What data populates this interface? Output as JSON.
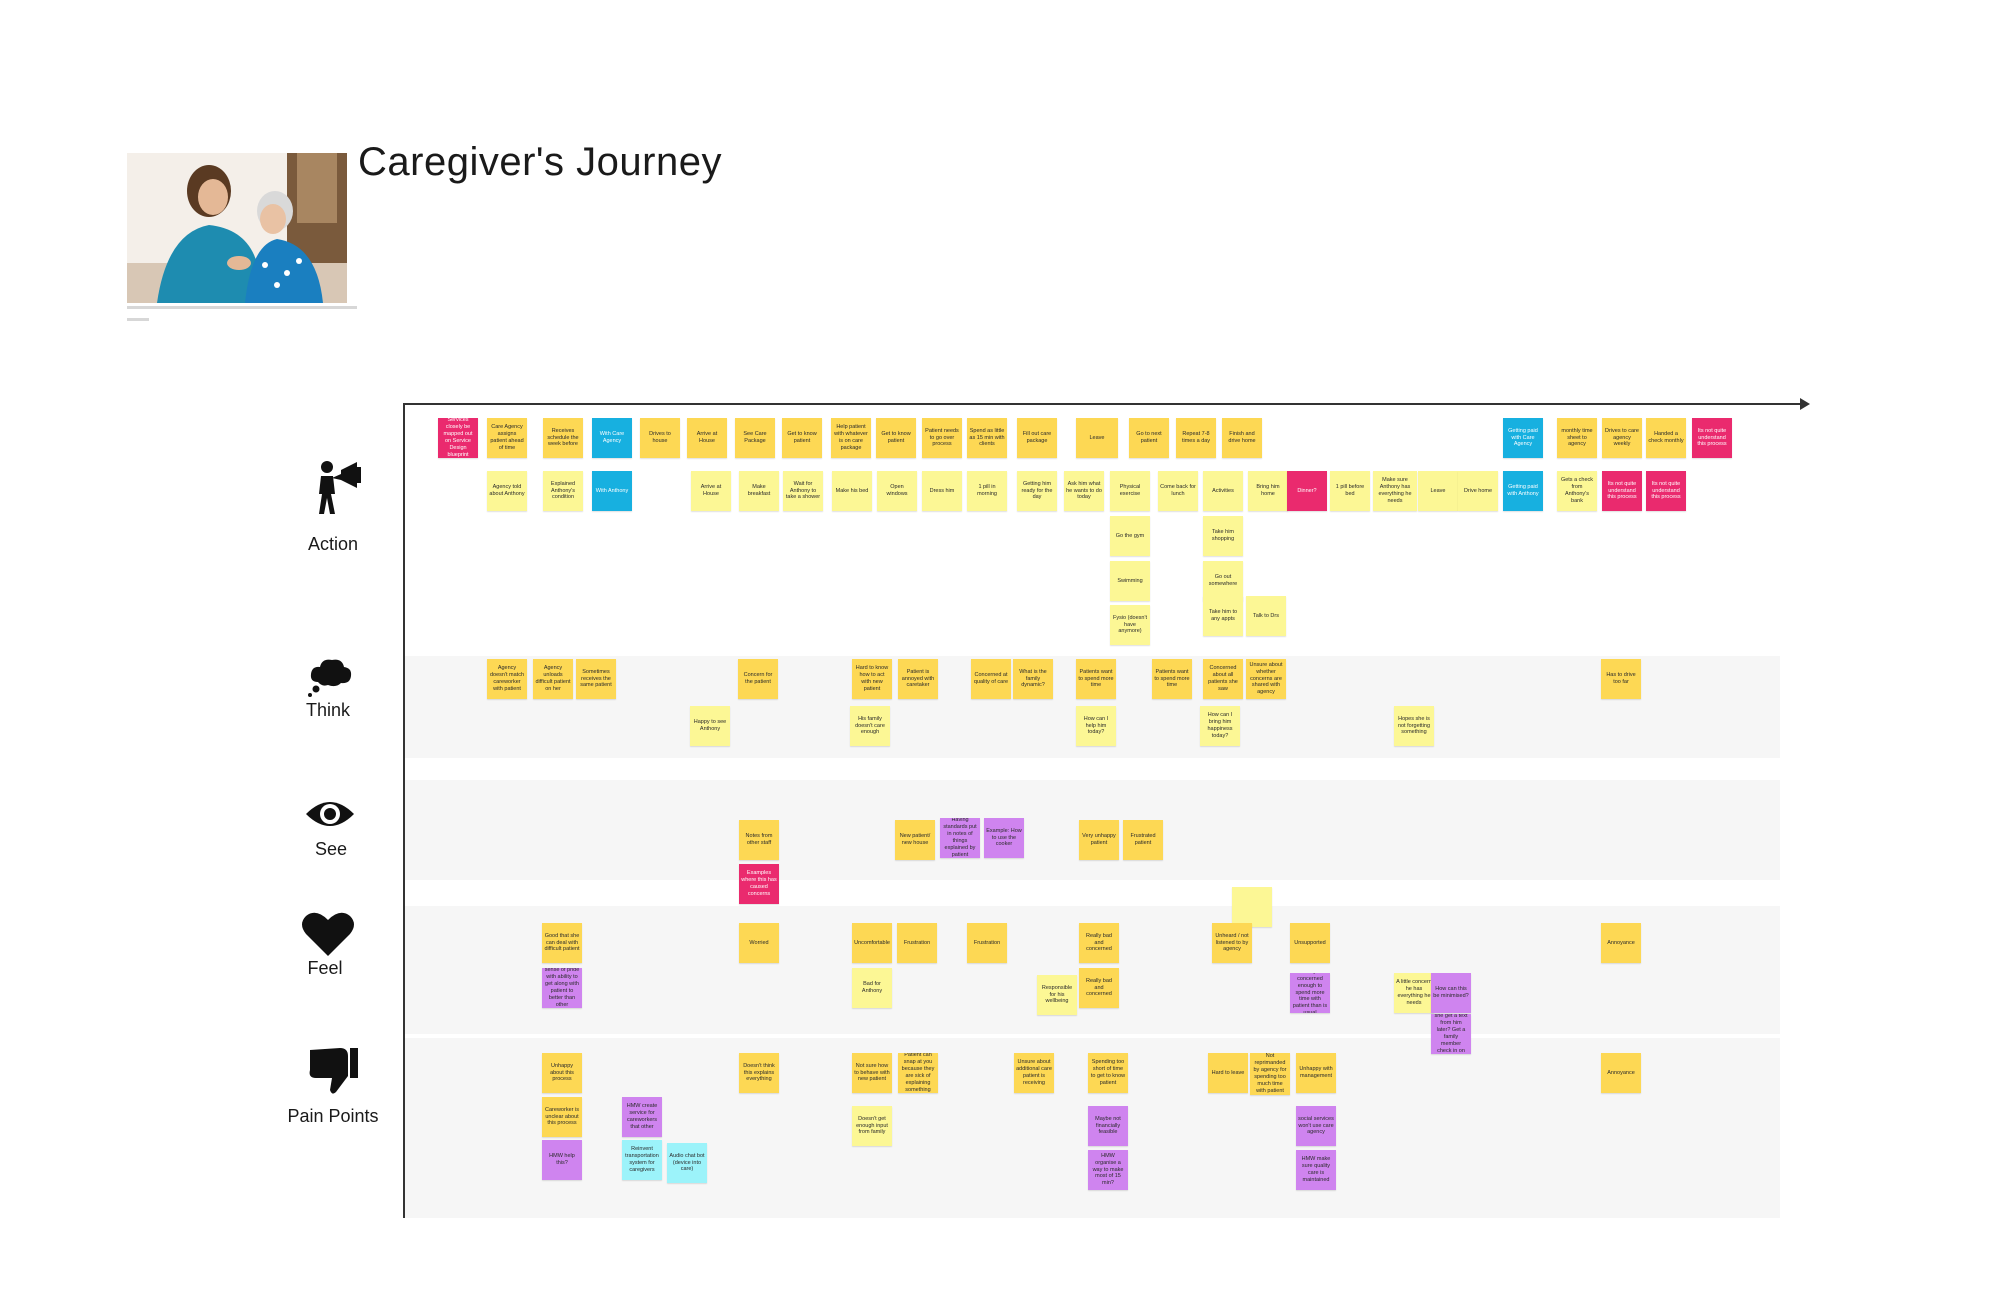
{
  "board": {
    "title": "Caregiver's Journey"
  },
  "colors": {
    "orange": "#fdd854",
    "yellow": "#fcf795",
    "pink": "#ea2a6e",
    "blue": "#17b0e0",
    "purple": "#cf84ef",
    "cyan": "#9cf3fa"
  },
  "lanes": [
    {
      "key": "action",
      "label": "Action",
      "icon": "megaphone-person-icon"
    },
    {
      "key": "think",
      "label": "Think",
      "icon": "thought-bubble-icon"
    },
    {
      "key": "see",
      "label": "See",
      "icon": "eye-icon"
    },
    {
      "key": "feel",
      "label": "Feel",
      "icon": "heart-icon"
    },
    {
      "key": "pain",
      "label": "Pain Points",
      "icon": "thumbs-down-icon"
    }
  ],
  "notes": [
    {
      "c": "pink",
      "t": "Services closely be mapped out on Service Design blueprint"
    },
    {
      "c": "orange",
      "t": "Care Agency assigns patient ahead of time"
    },
    {
      "c": "orange",
      "t": "Receives schedule the week before"
    },
    {
      "c": "blue",
      "t": "With Care Agency"
    },
    {
      "c": "orange",
      "t": "Drives to house"
    },
    {
      "c": "orange",
      "t": "Arrive at House"
    },
    {
      "c": "orange",
      "t": "See Care Package"
    },
    {
      "c": "orange",
      "t": "Get to know patient"
    },
    {
      "c": "orange",
      "t": "Help patient with whatever is on care package"
    },
    {
      "c": "orange",
      "t": "Get to know patient"
    },
    {
      "c": "orange",
      "t": "Patient needs to go over process"
    },
    {
      "c": "orange",
      "t": "Spend as little as 15 min with clients"
    },
    {
      "c": "orange",
      "t": "Fill out care package"
    },
    {
      "c": "orange",
      "t": "Leave"
    },
    {
      "c": "orange",
      "t": "Go to next patient"
    },
    {
      "c": "orange",
      "t": "Repeat 7-8 times a day"
    },
    {
      "c": "orange",
      "t": "Finish and drive home"
    },
    {
      "c": "blue",
      "t": "Getting paid with Care Agency"
    },
    {
      "c": "orange",
      "t": "monthly time sheet to agency"
    },
    {
      "c": "orange",
      "t": "Drives to care agency weekly"
    },
    {
      "c": "orange",
      "t": "Handed a check monthly"
    },
    {
      "c": "pink",
      "t": "Its not quite understand this process"
    },
    {
      "c": "yellow",
      "t": "Agency told about Anthony"
    },
    {
      "c": "yellow",
      "t": "Explained Anthony's condition"
    },
    {
      "c": "blue",
      "t": "With Anthony"
    },
    {
      "c": "yellow",
      "t": "Arrive at House"
    },
    {
      "c": "yellow",
      "t": "Make breakfast"
    },
    {
      "c": "yellow",
      "t": "Wait for Anthony to take a shower"
    },
    {
      "c": "yellow",
      "t": "Make his bed"
    },
    {
      "c": "yellow",
      "t": "Open windows"
    },
    {
      "c": "yellow",
      "t": "Dress him"
    },
    {
      "c": "yellow",
      "t": "1 pill in morning"
    },
    {
      "c": "yellow",
      "t": "Getting him ready for the day"
    },
    {
      "c": "yellow",
      "t": "Ask him what he wants to do today"
    },
    {
      "c": "yellow",
      "t": "Physical exercise"
    },
    {
      "c": "yellow",
      "t": "Come back for lunch"
    },
    {
      "c": "yellow",
      "t": "Activities"
    },
    {
      "c": "yellow",
      "t": "Bring him home"
    },
    {
      "c": "pink",
      "t": "Dinner?"
    },
    {
      "c": "yellow",
      "t": "1 pill before bed"
    },
    {
      "c": "yellow",
      "t": "Make sure Anthony has everything he needs"
    },
    {
      "c": "yellow",
      "t": "Leave"
    },
    {
      "c": "yellow",
      "t": "Drive home"
    },
    {
      "c": "blue",
      "t": "Getting paid with Anthony"
    },
    {
      "c": "yellow",
      "t": "Gets a check from Anthony's bank"
    },
    {
      "c": "pink",
      "t": "Its not quite understand this process"
    },
    {
      "c": "pink",
      "t": "Its not quite understand this process"
    },
    {
      "c": "yellow",
      "t": "Go the gym"
    },
    {
      "c": "yellow",
      "t": "Take him shopping"
    },
    {
      "c": "yellow",
      "t": "Swimming"
    },
    {
      "c": "yellow",
      "t": "Go out somewhere"
    },
    {
      "c": "yellow",
      "t": "Fysio (doesn't have anymore)"
    },
    {
      "c": "yellow",
      "t": "Take him to any appts"
    },
    {
      "c": "yellow",
      "t": "Talk to Drs"
    },
    {
      "c": "orange",
      "t": "Agency doesn't match careworker with patient"
    },
    {
      "c": "orange",
      "t": "Agency unloads difficult patient on her"
    },
    {
      "c": "orange",
      "t": "Sometimes receives the same patient"
    },
    {
      "c": "orange",
      "t": "Concern for the patient"
    },
    {
      "c": "orange",
      "t": "Hard to know how to act with new patient"
    },
    {
      "c": "orange",
      "t": "Patient is annoyed with caretaker"
    },
    {
      "c": "orange",
      "t": "Concerned at quality of care"
    },
    {
      "c": "orange",
      "t": "What is the family dynamic?"
    },
    {
      "c": "orange",
      "t": "Patients want to spend more time"
    },
    {
      "c": "orange",
      "t": "Patients want to spend more time"
    },
    {
      "c": "orange",
      "t": "Concerned about all patients she saw"
    },
    {
      "c": "orange",
      "t": "Unsure about whether concerns are shared with agency"
    },
    {
      "c": "orange",
      "t": "Has to drive too far"
    },
    {
      "c": "yellow",
      "t": "Happy to see Anthony"
    },
    {
      "c": "yellow",
      "t": "His family doesn't care enough"
    },
    {
      "c": "yellow",
      "t": "How can I help him today?"
    },
    {
      "c": "yellow",
      "t": "How can I bring him happiness today?"
    },
    {
      "c": "yellow",
      "t": "Hopes she is not forgetting something"
    },
    {
      "c": "orange",
      "t": "Notes from other staff"
    },
    {
      "c": "orange",
      "t": "New patient/ new house"
    },
    {
      "c": "purple",
      "t": "Having standards put in notes of things explained by patient"
    },
    {
      "c": "purple",
      "t": "Example: How to use the cooker"
    },
    {
      "c": "orange",
      "t": "Very unhappy patient"
    },
    {
      "c": "orange",
      "t": "Frustrated patient"
    },
    {
      "c": "pink",
      "t": "Examples where this has caused concerns"
    },
    {
      "c": "yellow",
      "t": ""
    },
    {
      "c": "orange",
      "t": "Good that she can deal with difficult patient"
    },
    {
      "c": "orange",
      "t": "Worried"
    },
    {
      "c": "orange",
      "t": "Uncomfortable"
    },
    {
      "c": "orange",
      "t": "Frustration"
    },
    {
      "c": "orange",
      "t": "Frustration"
    },
    {
      "c": "orange",
      "t": "Really bad and concerned"
    },
    {
      "c": "orange",
      "t": "Unheard / not listened to by agency"
    },
    {
      "c": "orange",
      "t": "Unsupported"
    },
    {
      "c": "orange",
      "t": "Annoyance"
    },
    {
      "c": "purple",
      "t": "There is a sense of pride with ability to get along with patient to better than other careworkers"
    },
    {
      "c": "yellow",
      "t": "Bad for Anthony"
    },
    {
      "c": "yellow",
      "t": "Responsible for his wellbeing"
    },
    {
      "c": "orange",
      "t": "Really bad and concerned"
    },
    {
      "c": "purple",
      "t": "Made you concerned enough to spend more time with patient than is usual"
    },
    {
      "c": "yellow",
      "t": "A little concern he has everything he needs"
    },
    {
      "c": "purple",
      "t": "How can this be minimised?"
    },
    {
      "c": "purple",
      "t": "Example: Can she get a text from him later? Get a family member check in on him?"
    },
    {
      "c": "orange",
      "t": "Unhappy about this process"
    },
    {
      "c": "orange",
      "t": "Doesn't think this explains everything"
    },
    {
      "c": "orange",
      "t": "Not sure how to behave with new patient"
    },
    {
      "c": "orange",
      "t": "Patient can snap at you because they are sick of explaining something"
    },
    {
      "c": "orange",
      "t": "Unsure about additional care patient is receiving"
    },
    {
      "c": "orange",
      "t": "Spending too short of time to get to know patient"
    },
    {
      "c": "orange",
      "t": "Hard to leave"
    },
    {
      "c": "orange",
      "t": "Not reprimanded by agency for spending too much time with patient"
    },
    {
      "c": "orange",
      "t": "Unhappy with management"
    },
    {
      "c": "orange",
      "t": "Annoyance"
    },
    {
      "c": "orange",
      "t": "Careworker is unclear about this process"
    },
    {
      "c": "purple",
      "t": "HMW create service for careworkers that other"
    },
    {
      "c": "yellow",
      "t": "Doesn't get enough input from family"
    },
    {
      "c": "purple",
      "t": "Maybe not financially feasible"
    },
    {
      "c": "purple",
      "t": "social services won't use care agency"
    },
    {
      "c": "purple",
      "t": "HMW help this?"
    },
    {
      "c": "cyan",
      "t": "Reinvent transportation system for caregivers"
    },
    {
      "c": "cyan",
      "t": "Audio chat bot (device into care)"
    },
    {
      "c": "purple",
      "t": "HMW organise a way to make most of 15 min?"
    },
    {
      "c": "purple",
      "t": "HMW make sure quality care is maintained"
    }
  ]
}
